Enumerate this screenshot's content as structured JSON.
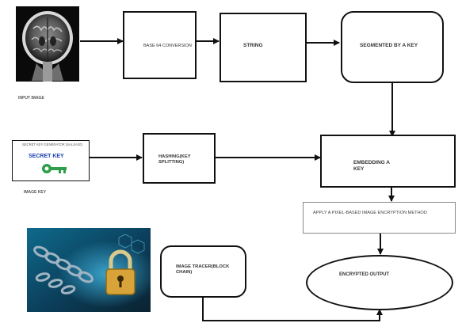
{
  "input_image": {
    "caption": "INPUT IMAGE",
    "icon": "brain-mri-image"
  },
  "boxes": {
    "base_conversion": "BASE 64 CONVERSION",
    "string": "STRING",
    "segmented": "SEGMENTED BY A KEY",
    "secret_key_generator": "SECRET KEY GENERATOR (SALSA20)",
    "secret_key": "SECRET KEY",
    "hashing": "HASHING(KEY SPLITTING)",
    "embedding": "EMBEDDING A KEY",
    "encryption_method": "APPLY A PIXEL-BASED IMAGE ENCRYPTION METHOD",
    "image_tracer": "IMAGE TRACER(BLOCK CHAIN)",
    "encrypted_output": "ENCRYPTED OUTPUT"
  },
  "captions": {
    "image_key": "IMAGE KEY"
  },
  "icons": {
    "key": "key-icon",
    "blockchain": "blockchain-padlock-image"
  },
  "colors": {
    "key_green": "#2e9e4a",
    "secret_key_text": "#1a3fb0",
    "box_border": "#111111",
    "arrow": "#111111"
  }
}
